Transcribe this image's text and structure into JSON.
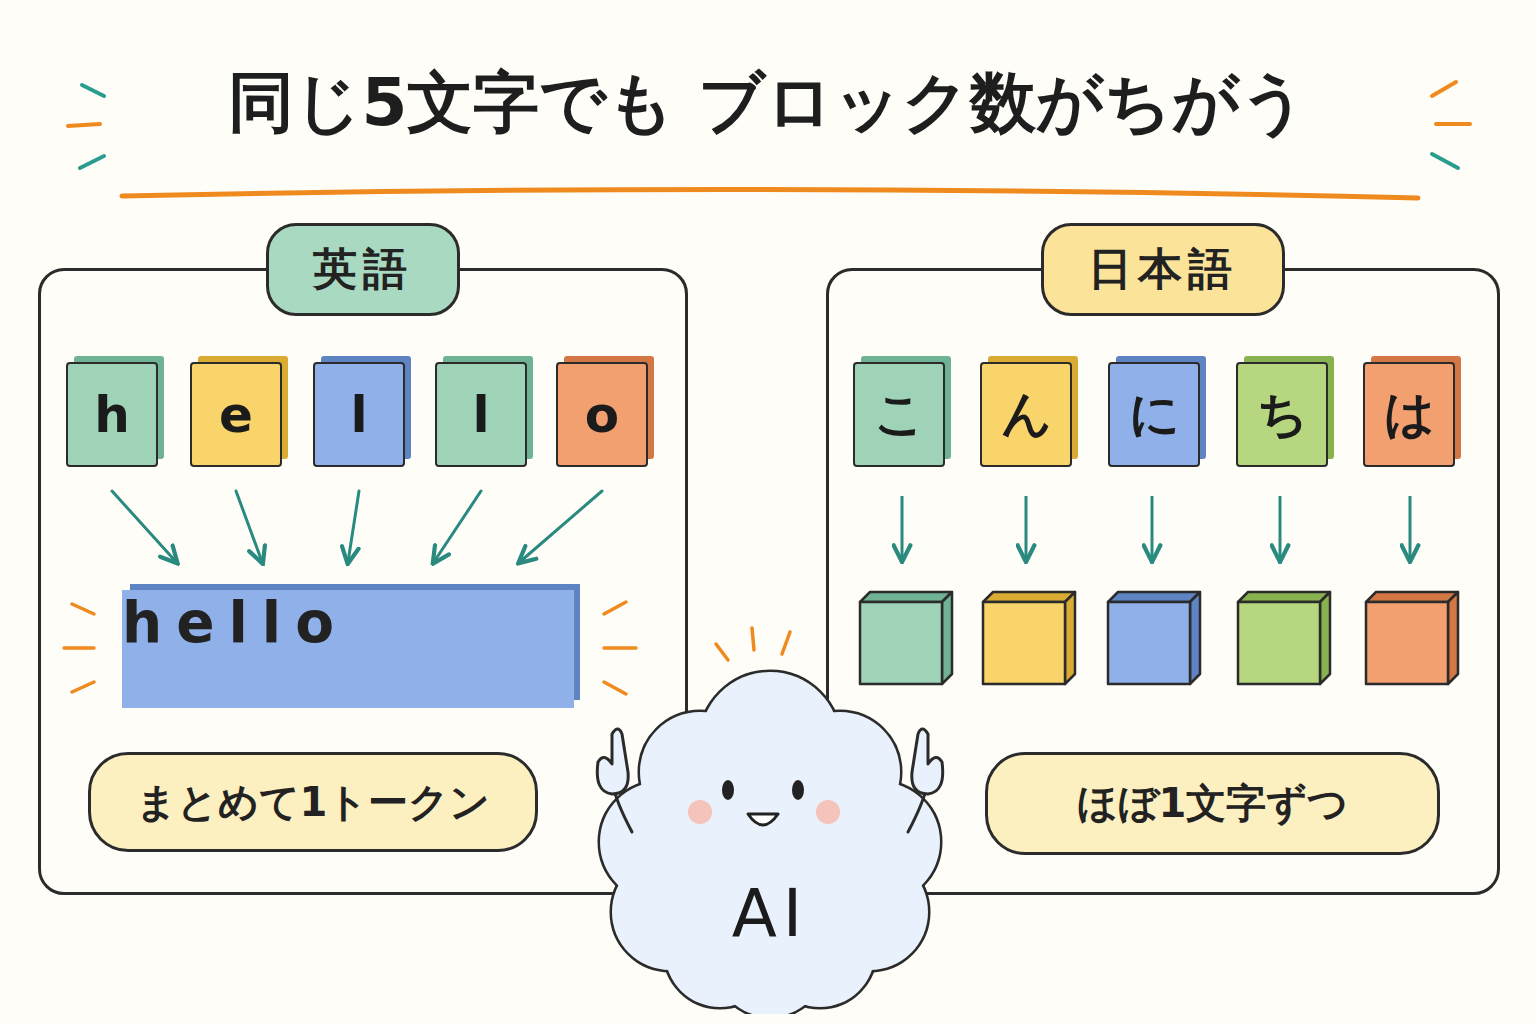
{
  "diagram": {
    "title": "同じ5文字でも ブロック数がちがう",
    "nodes": [
      {
        "text": [
          "英語"
        ]
      },
      {
        "text": [
          "h"
        ],
        "in": 0
      },
      {
        "text": [
          "e"
        ],
        "in": 0
      },
      {
        "text": [
          "l"
        ],
        "in": 0
      },
      {
        "text": [
          "l"
        ],
        "in": 0
      },
      {
        "text": [
          "o"
        ],
        "in": 0
      },
      {
        "text": [
          "hello"
        ],
        "in": 0
      },
      {
        "text": [
          "まとめて1トークン"
        ],
        "in": 0
      },
      {
        "text": [
          "日本語"
        ]
      },
      {
        "text": [
          "こ"
        ],
        "in": 8
      },
      {
        "text": [
          "ん"
        ],
        "in": 8
      },
      {
        "text": [
          "に"
        ],
        "in": 8
      },
      {
        "text": [
          "ち"
        ],
        "in": 8
      },
      {
        "text": [
          "は"
        ],
        "in": 8
      },
      {
        "text": [
          "ほぼ1文字ずつ"
        ],
        "in": 8
      },
      {
        "text": [
          "AI"
        ]
      }
    ],
    "edges": [
      {
        "from": 1,
        "to": 6,
        "arrow": "to"
      },
      {
        "from": 2,
        "to": 6,
        "arrow": "to"
      },
      {
        "from": 3,
        "to": 6,
        "arrow": "to"
      },
      {
        "from": 4,
        "to": 6,
        "arrow": "to"
      },
      {
        "from": 5,
        "to": 6,
        "arrow": "to"
      }
    ]
  }
}
